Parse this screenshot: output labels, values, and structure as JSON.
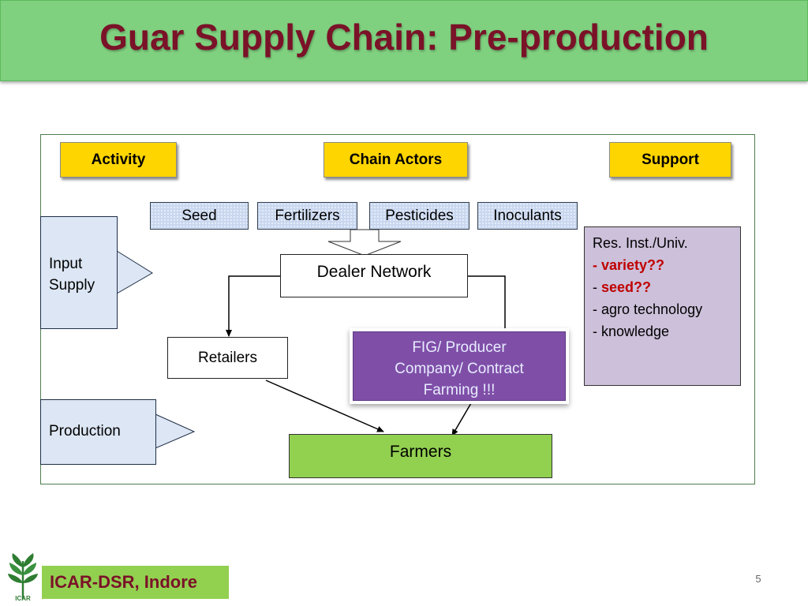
{
  "title": "Guar Supply Chain: Pre-production",
  "headers": {
    "activity": "Activity",
    "chain_actors": "Chain Actors",
    "support": "Support"
  },
  "inputs": [
    "Seed",
    "Fertilizers",
    "Pesticides",
    "Inoculants"
  ],
  "activities": {
    "input_supply_line1": "Input",
    "input_supply_line2": "Supply",
    "production": "Production"
  },
  "actors": {
    "dealer_network": "Dealer Network",
    "retailers": "Retailers",
    "fig_line1": "FIG/ Producer",
    "fig_line2": "Company/ Contract",
    "fig_line3": "Farming !!!",
    "farmers": "Farmers"
  },
  "support": {
    "line1": "Res. Inst./Univ.",
    "line2": "- variety??",
    "line3_prefix": "- ",
    "line3_text": "seed??",
    "line4": "- agro technology",
    "line5": "- knowledge"
  },
  "colors": {
    "title_bar": "#7fd07f",
    "title_text": "#7a1228",
    "header_fill": "#ffd500",
    "fig_fill": "#7f4fa8",
    "farmers_fill": "#92d050",
    "support_fill": "#ccc0da",
    "emphasis_red": "#c00000"
  },
  "footer": {
    "org_label": "ICAR-DSR, Indore",
    "logo_caption": "ICAR",
    "page_number": "5"
  }
}
